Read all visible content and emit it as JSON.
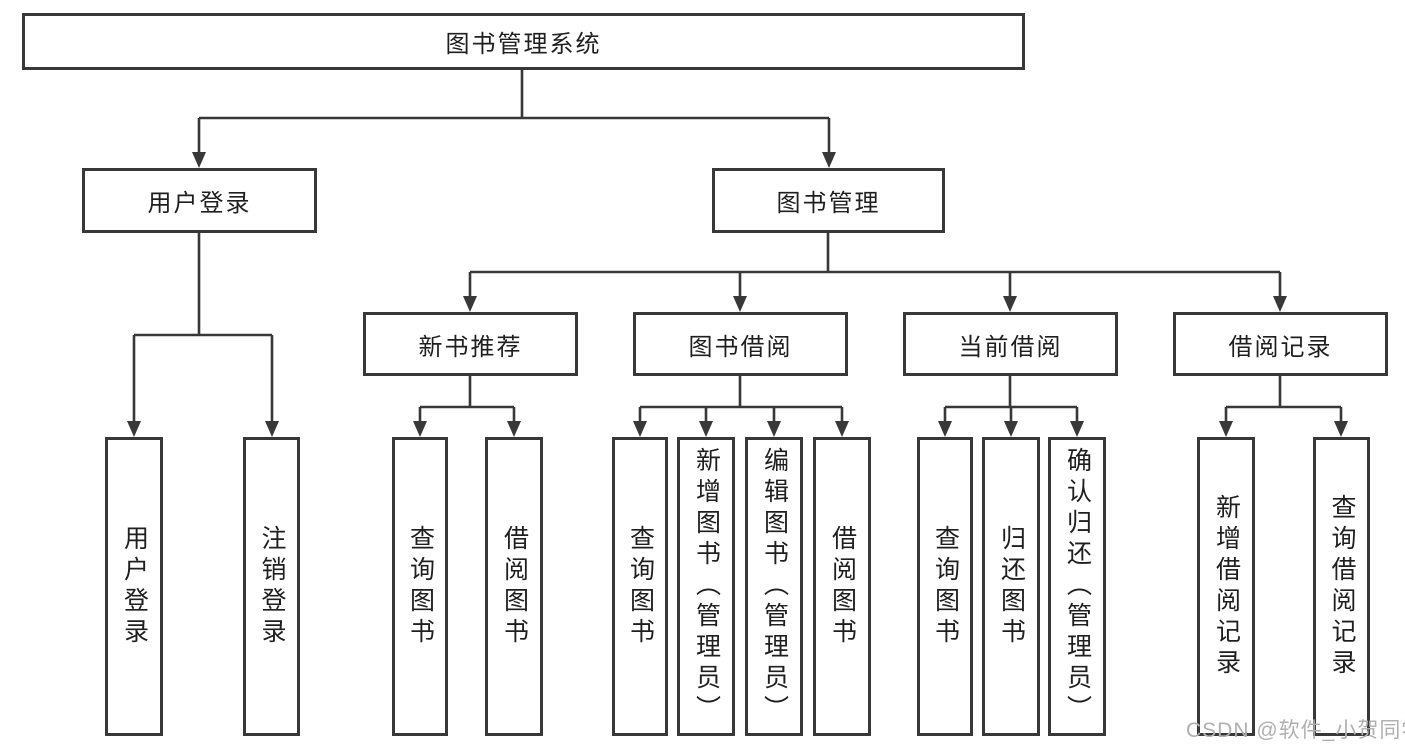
{
  "diagram": {
    "root": {
      "label": "图书管理系统"
    },
    "branches": [
      {
        "label": "用户登录",
        "children": [
          {
            "label": "用户登录"
          },
          {
            "label": "注销登录"
          }
        ]
      },
      {
        "label": "图书管理",
        "sections": [
          {
            "label": "新书推荐",
            "children": [
              {
                "label": "查询图书"
              },
              {
                "label": "借阅图书"
              }
            ]
          },
          {
            "label": "图书借阅",
            "children": [
              {
                "label": "查询图书"
              },
              {
                "label": "新增图书（管理员）"
              },
              {
                "label": "编辑图书（管理员）"
              },
              {
                "label": "借阅图书"
              }
            ]
          },
          {
            "label": "当前借阅",
            "children": [
              {
                "label": "查询图书"
              },
              {
                "label": "归还图书"
              },
              {
                "label": "确认归还（管理员）"
              }
            ]
          },
          {
            "label": "借阅记录",
            "children": [
              {
                "label": "新增借阅记录"
              },
              {
                "label": "查询借阅记录"
              }
            ]
          }
        ]
      }
    ]
  },
  "watermark": {
    "text": "CSDN @软件_小贺同学"
  },
  "colors": {
    "line": "#383838",
    "text": "#1f1f1f",
    "watermark": "#b0b0b0",
    "bg": "#ffffff"
  }
}
